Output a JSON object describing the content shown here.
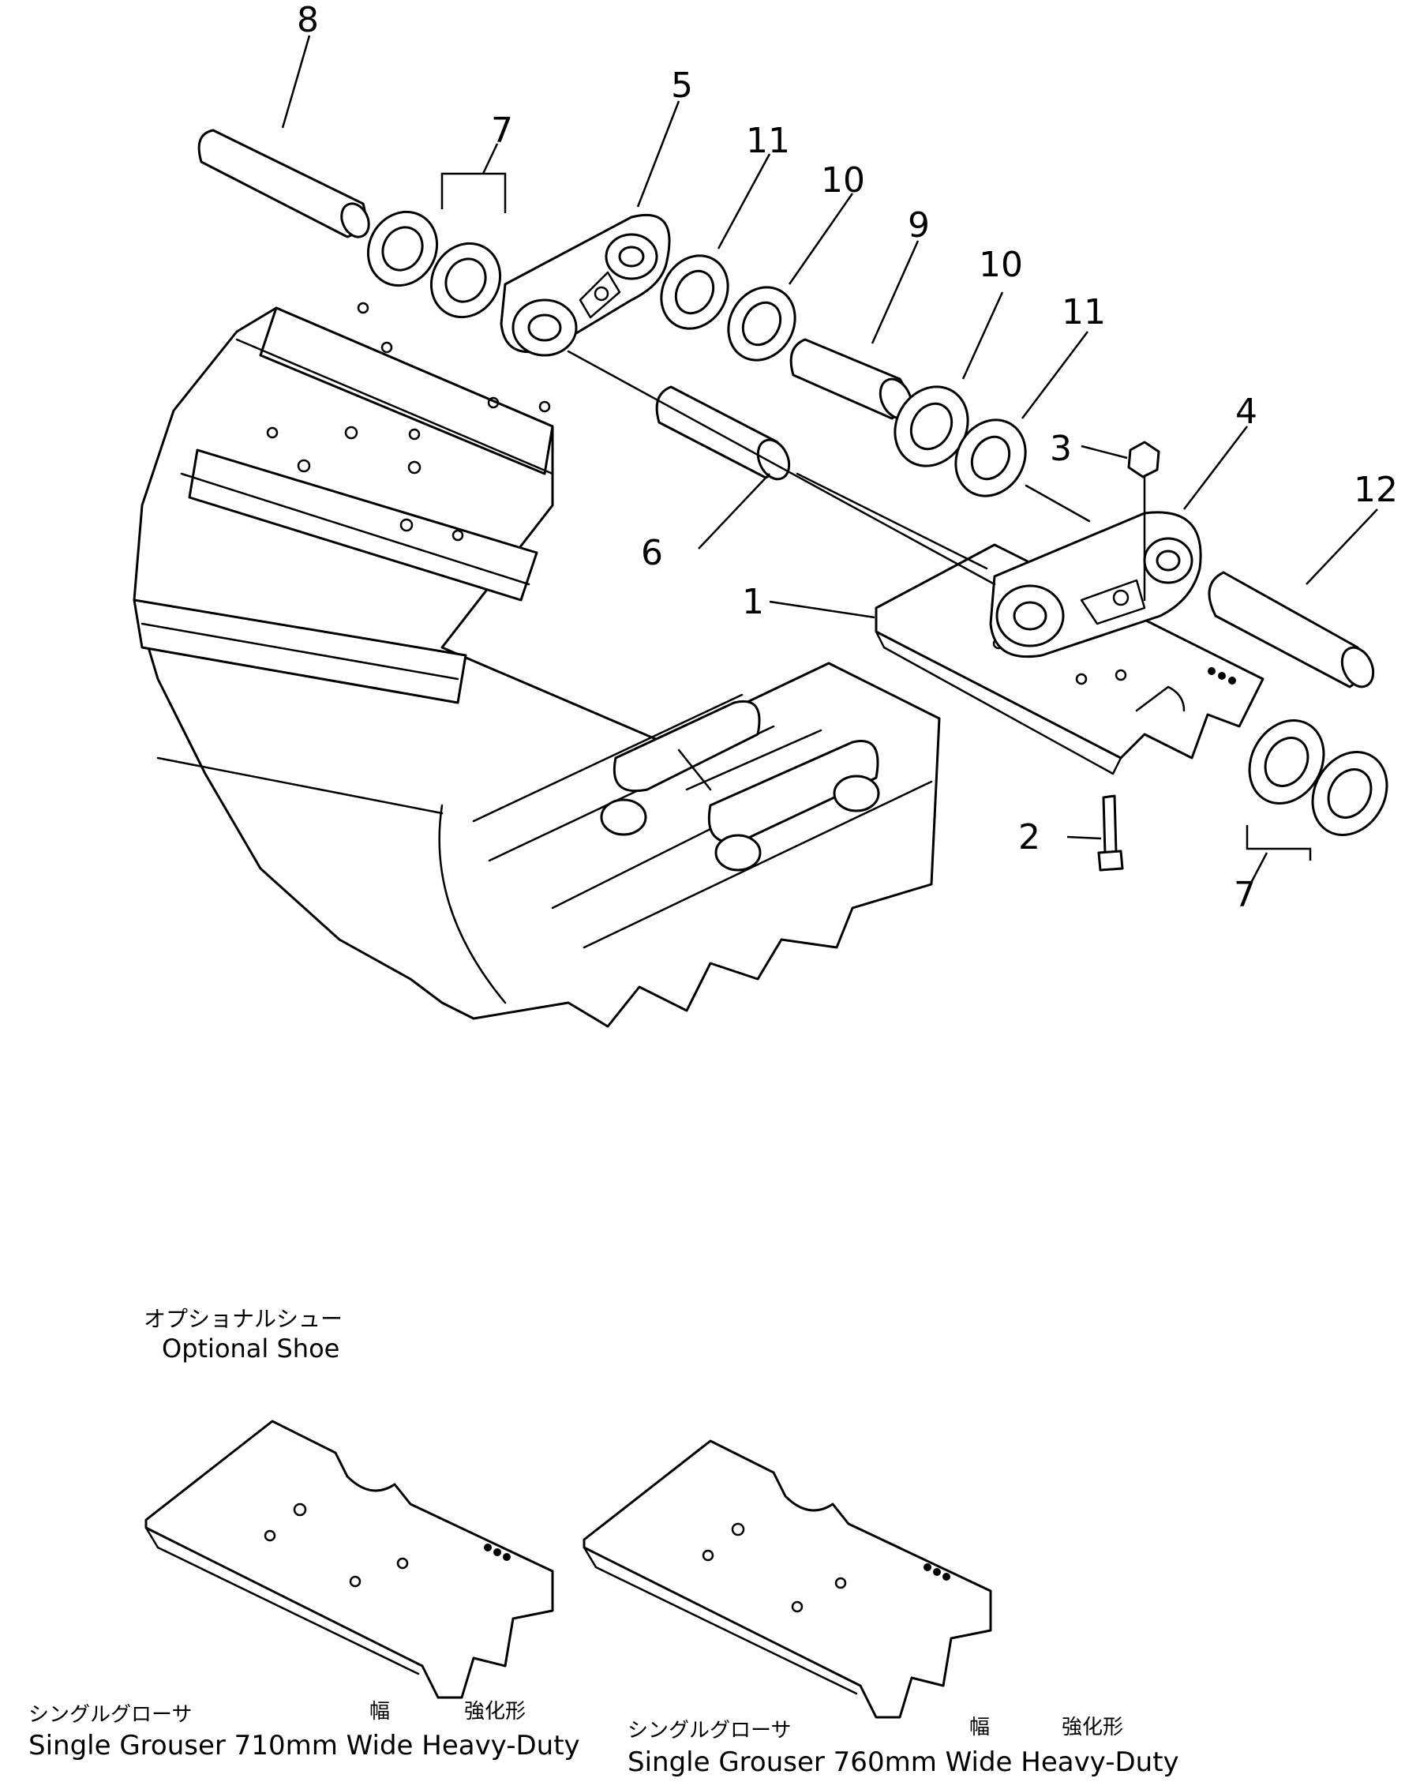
{
  "callouts": [
    "1",
    "2",
    "3",
    "4",
    "5",
    "6",
    "7",
    "7",
    "8",
    "9",
    "10",
    "10",
    "11",
    "11",
    "12"
  ],
  "optional": {
    "title_jp": "オプショナルシュー",
    "title_en": "Optional Shoe"
  },
  "shoes": [
    {
      "jp_name": "シングルグローサ",
      "jp_width": "幅",
      "jp_type": "強化形",
      "en_label": "Single Grouser 710mm Wide Heavy-Duty"
    },
    {
      "jp_name": "シングルグローサ",
      "jp_width": "幅",
      "jp_type": "強化形",
      "en_label": "Single Grouser 760mm Wide Heavy-Duty"
    }
  ]
}
